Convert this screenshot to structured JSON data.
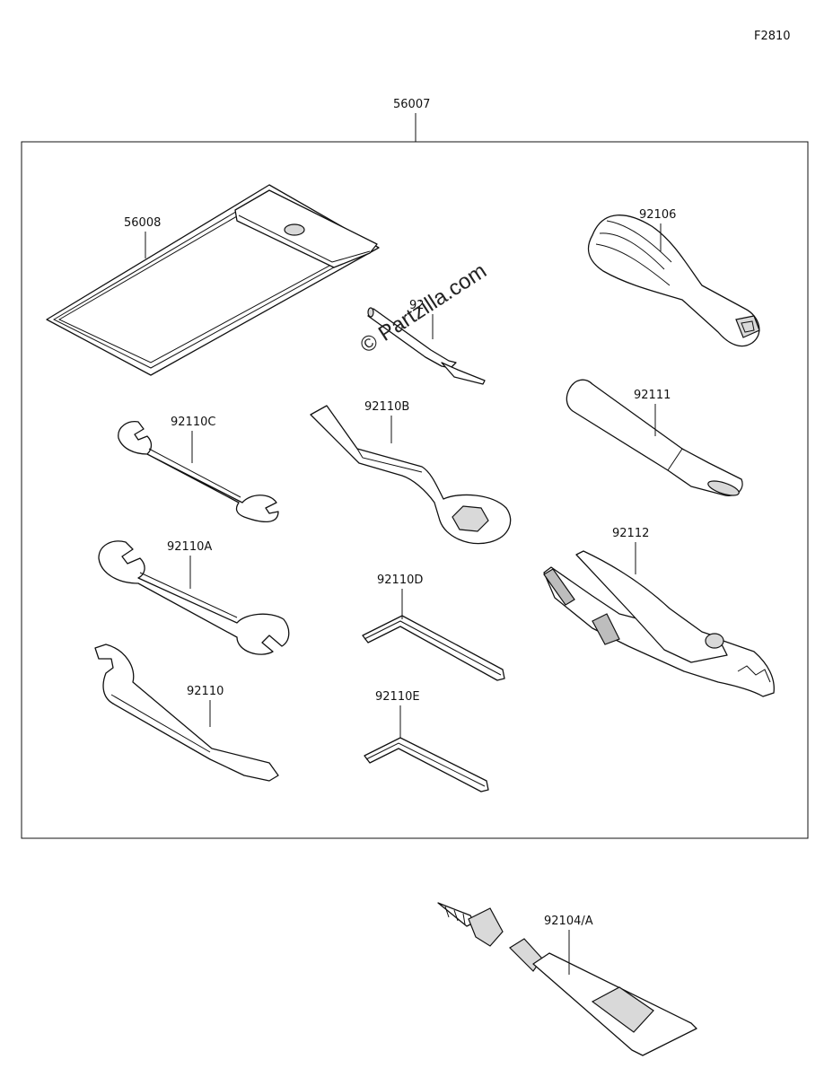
{
  "figure_code": "F2810",
  "watermark": "© Partzilla.com",
  "parts": {
    "kit": "56007",
    "case": "56008",
    "screwdriver_bit": "92",
    "handle": "92106",
    "wrench_c": "92110C",
    "box_wrench_b": "92110B",
    "extension_bar": "92111",
    "wrench_a": "92110A",
    "hex_key_d": "92110D",
    "pliers": "92112",
    "hook_wrench": "92110",
    "hex_key_e": "92110E",
    "grease_tube": "92104/A"
  }
}
